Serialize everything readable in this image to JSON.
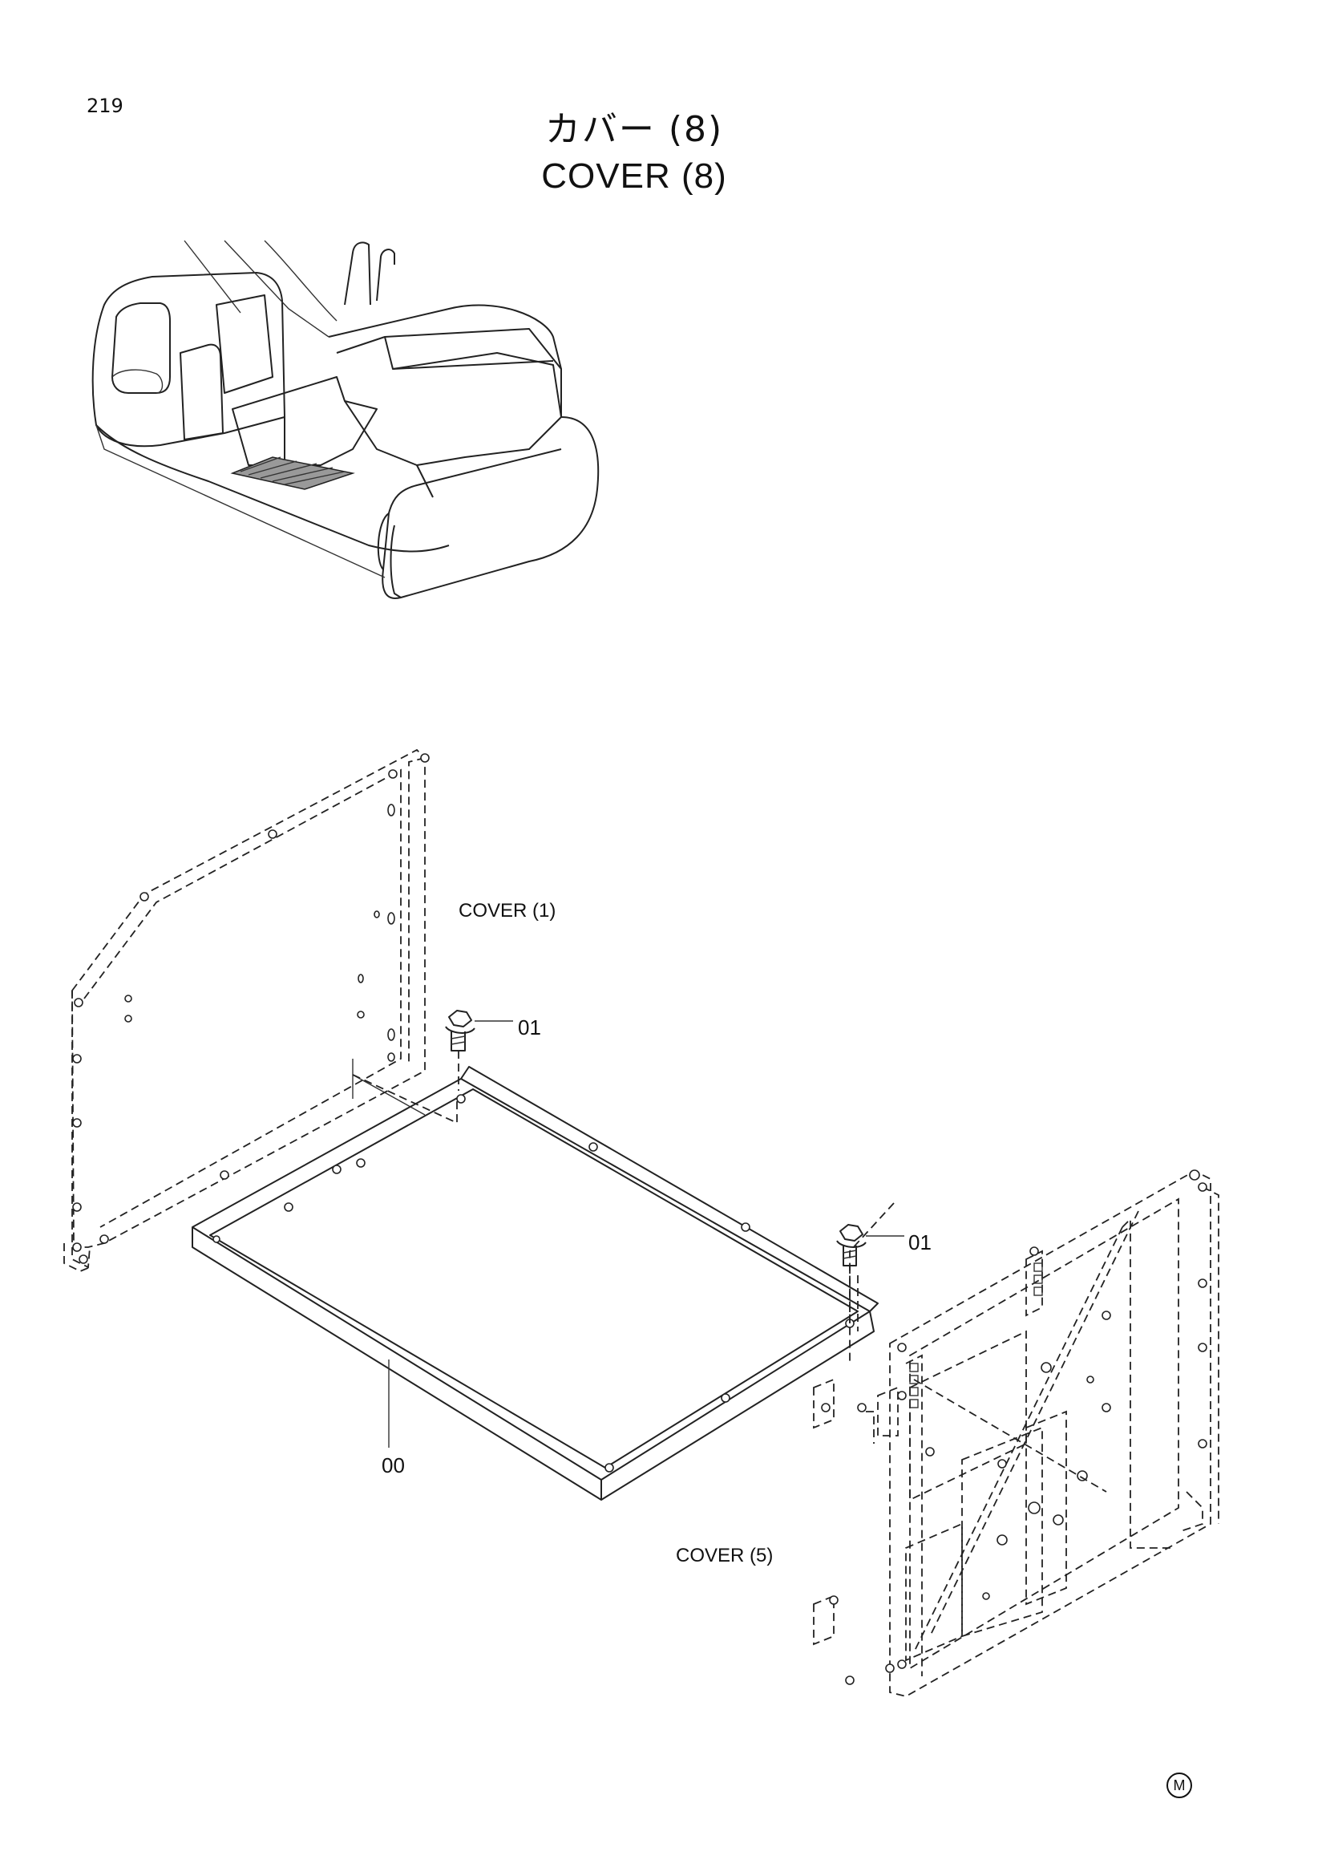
{
  "page": {
    "number": "219"
  },
  "title": {
    "japanese": "カバー (8)",
    "english": "COVER (8)"
  },
  "labels": {
    "cover_1": "COVER (1)",
    "cover_5": "COVER (5)",
    "bolt_a": "01",
    "bolt_b": "01",
    "part_00": "00"
  },
  "mark": "M",
  "icons": [
    "excavator-overview-icon",
    "bolt-icon",
    "cover-panel-icon",
    "circled-m-icon"
  ]
}
